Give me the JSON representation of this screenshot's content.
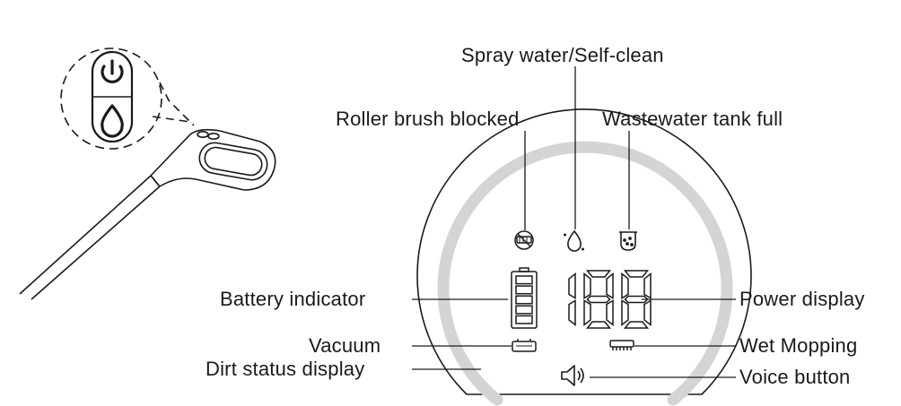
{
  "labels": {
    "spray_self_clean": "Spray water/Self-clean",
    "roller_blocked": "Roller brush blocked",
    "wastewater_full": "Wastewater tank full",
    "battery_indicator": "Battery indicator",
    "power_display": "Power display",
    "vacuum": "Vacuum",
    "wet_mopping": "Wet Mopping",
    "dirt_status": "Dirt status display",
    "voice_button": "Voice button"
  },
  "display": {
    "power_value": "188",
    "battery_segments": 5
  },
  "icons": {
    "handle_power": "power-icon",
    "handle_water": "water-drop-icon",
    "roller": "roller-brush-blocked-icon",
    "spray": "spray-drop-icon",
    "tank": "wastewater-tank-icon",
    "voice": "speaker-icon"
  },
  "colors": {
    "line": "#1a1a1a",
    "ring": "#d4d4d4"
  }
}
